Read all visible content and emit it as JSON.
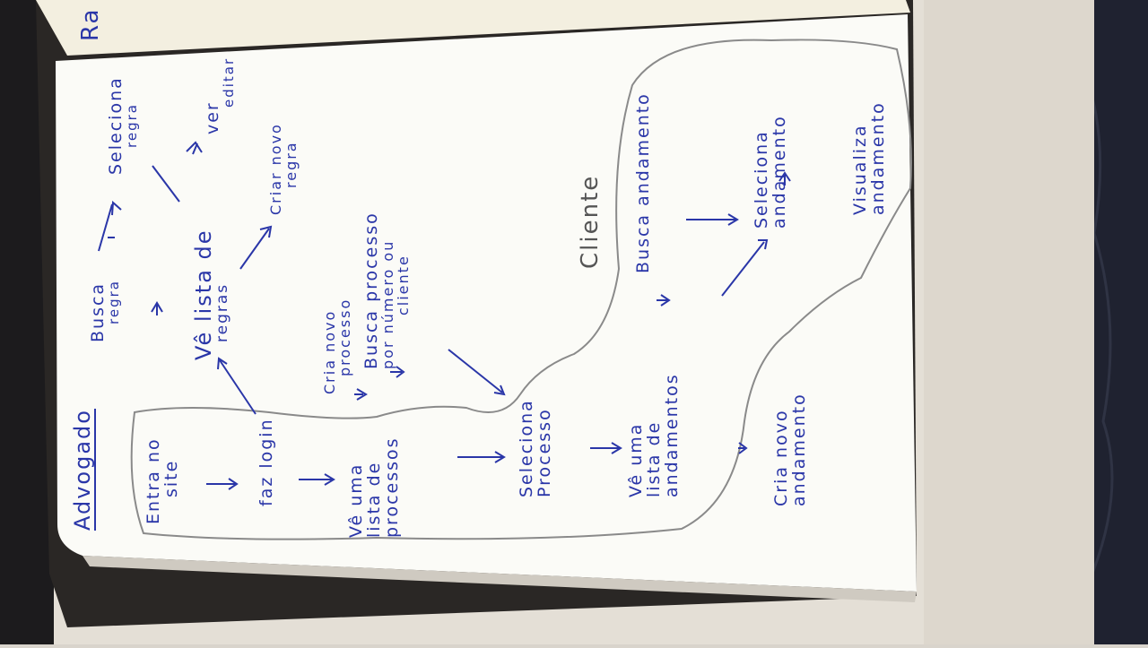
{
  "photo": {
    "page_color": "#fdfdf8",
    "ink_color": "#2a36a8",
    "pencil_color": "#8a8a8a"
  },
  "advogado": {
    "title": "Advogado",
    "step1": [
      "Entra no",
      "site"
    ],
    "step2": [
      "faz login"
    ],
    "step3": [
      "Vê uma",
      "lista de",
      "processos"
    ],
    "step4": [
      "Seleciona",
      "Processo"
    ],
    "step5": [
      "Vê uma",
      "lista de",
      "andamentos"
    ],
    "step6": [
      "Cria novo",
      "andamento"
    ],
    "regras_list": [
      "Vê lista de",
      "regras"
    ],
    "busca_regra": [
      "Busca",
      "regra"
    ],
    "seleciona_regra": [
      "Seleciona",
      "regra"
    ],
    "ver_editar": [
      "ver",
      "editar"
    ],
    "cria_regra": [
      "Criar novo",
      "regra"
    ],
    "cria_processo": [
      "Cria novo",
      "processo"
    ],
    "busca_processo": [
      "Busca processo",
      "por número ou",
      "cliente"
    ]
  },
  "cliente": {
    "title": "Cliente",
    "busca_andamento": "Busca andamento",
    "seleciona_andamento": [
      "Seleciona",
      "andamento"
    ],
    "visualiza_andamento": [
      "Visualiza",
      "andamento"
    ]
  },
  "next_page": {
    "fragment": "Ra"
  }
}
